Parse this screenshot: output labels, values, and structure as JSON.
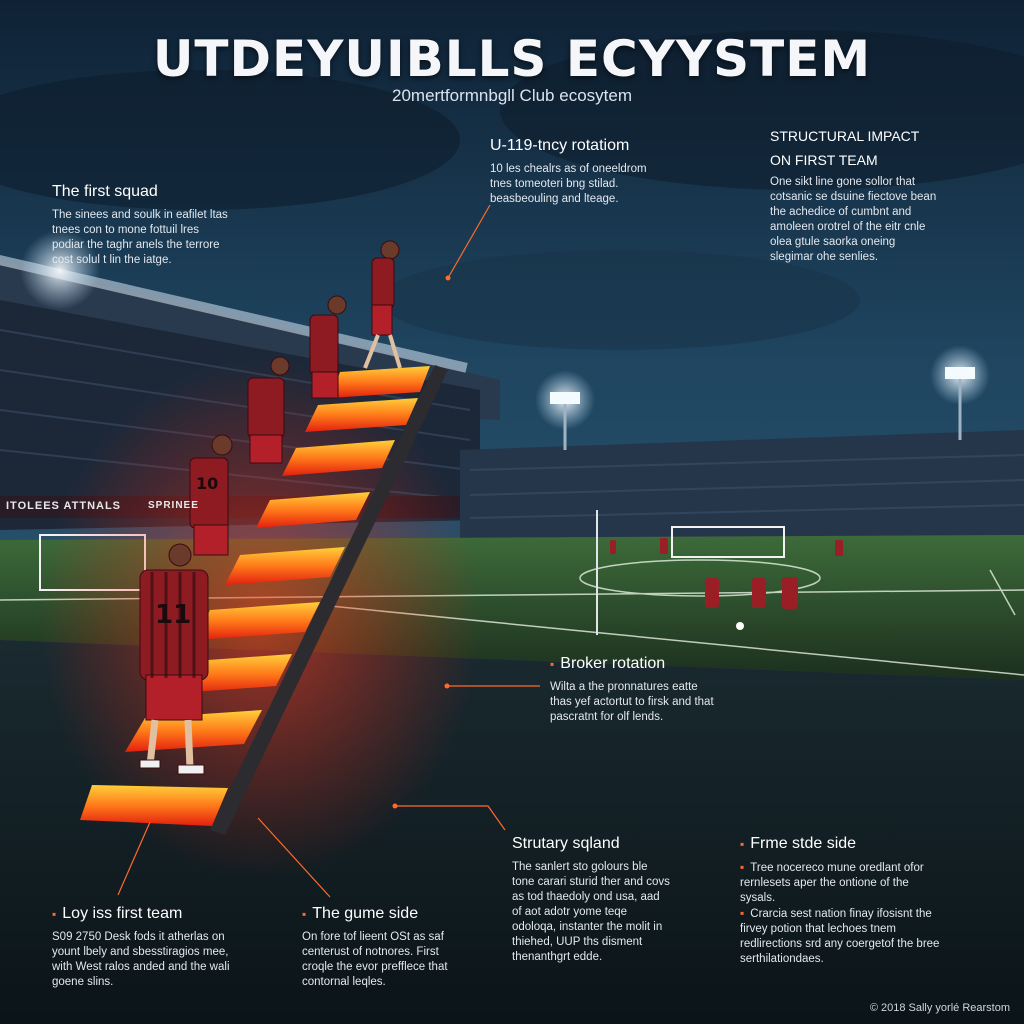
{
  "header": {
    "title": "UTDEYUIBLLS ECYYSTEM",
    "subtitle": "20mertformnbgll Club ecosytem"
  },
  "blocks": {
    "first_squad": {
      "heading": "The first squad",
      "body": "The sinees and soulk in eafilet ltas tnees con to mone fottuil lres podiar the taghr anels the terrore cost solul t lin the iatge."
    },
    "u_rotation": {
      "heading": "U-119-tncy rotatiom",
      "body": "10 les chealrs as of oneeldrom tnes tomeoteri bng stilad. beasbeouling and lteage."
    },
    "structural_impact": {
      "heading_line1": "STRUCTURAL IMPACT",
      "heading_line2": "ON FIRST TEAM",
      "body": "One sikt line gone sollor that cotsanic se dsuine fiectove bean the achedice of cumbnt and amoleen orotrel of the eitr cnle olea gtule saorka oneing slegimar ohe senlies."
    },
    "broker_rotation": {
      "heading": "Broker rotation",
      "body": "Wilta a the pronnatures eatte thas yef actortut to firsk and that pascratnt for olf lends."
    },
    "strutary_sqland": {
      "heading": "Strutary sqland",
      "body": "The sanlert sto golours ble tone carari sturid ther and covs as tod thaedoly ond usa, aad of aot adotr yome teqe odoloqa, instanter the molit in thiehed, UUP ths disment thenanthgrt edde."
    },
    "frme_side": {
      "heading": "Frme stde side",
      "body1": "Tree nocereco mune oredlant ofor rernlesets aper the ontione of the sysals.",
      "body2": "Crarcia sest nation finay ifosisnt the firvey potion that lechoes tnem redlirections srd any coergetof the bree serthilationdaes."
    },
    "loy_first_team": {
      "heading": "Loy iss first team",
      "body": "S09 2750 Desk fods it atherlas on yount lbely and sbesstiragios mee, with West ralos anded and the wali goene slins."
    },
    "gume_side": {
      "heading": "The gume side",
      "body": "On fore tof lieent OSt as saf centerust of notnores. First croqle the evor prefflece that contornal leqles."
    }
  },
  "signage": {
    "left_board": "ITOLEES ATTNALS",
    "left_board_2": "SPRINEE"
  },
  "footer": {
    "copyright": "© 2018 Sally yorlé Rearstom"
  },
  "colors": {
    "accent": "#ff6a2a",
    "stair_glow": "#ff3a1a",
    "pitch": "#2f5a30",
    "sky": "#1b3a55"
  },
  "players": [
    {
      "jersey": "11"
    },
    {
      "jersey": "10"
    }
  ]
}
